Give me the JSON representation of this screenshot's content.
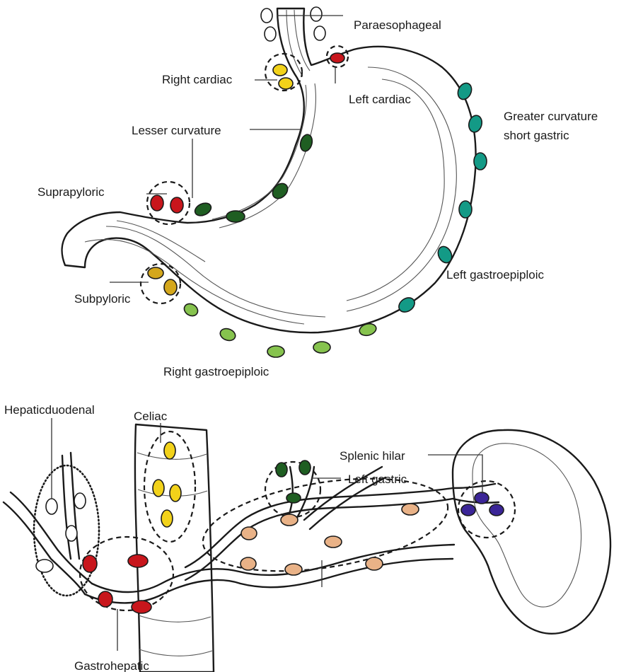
{
  "colors": {
    "red": "#c8161c",
    "yellow": "#f2d21a",
    "dark_green": "#1f5e22",
    "teal": "#139a86",
    "light_green": "#86c34e",
    "mustard": "#d4a71c",
    "peach": "#e9b287",
    "purple": "#3b2597",
    "white_node": "#ffffff"
  },
  "labels": {
    "paraesophageal": "Paraesophageal",
    "right_cardiac": "Right cardiac",
    "left_cardiac": "Left cardiac",
    "greater_curvature_line1": "Greater curvature",
    "greater_curvature_line2": "short gastric",
    "lesser_curvature": "Lesser curvature",
    "suprapyloric": "Suprapyloric",
    "left_gastroepiploic": "Left gastroepiploic",
    "subpyloric": "Subpyloric",
    "right_gastroepiploic": "Right gastroepiploic",
    "hepaticduodenal": "Hepaticduodenal",
    "celiac": "Celiac",
    "splenic_hilar": "Splenic hilar",
    "left_gastric": "Left gastric",
    "gastrohepatic": "Gastrohepatic"
  }
}
